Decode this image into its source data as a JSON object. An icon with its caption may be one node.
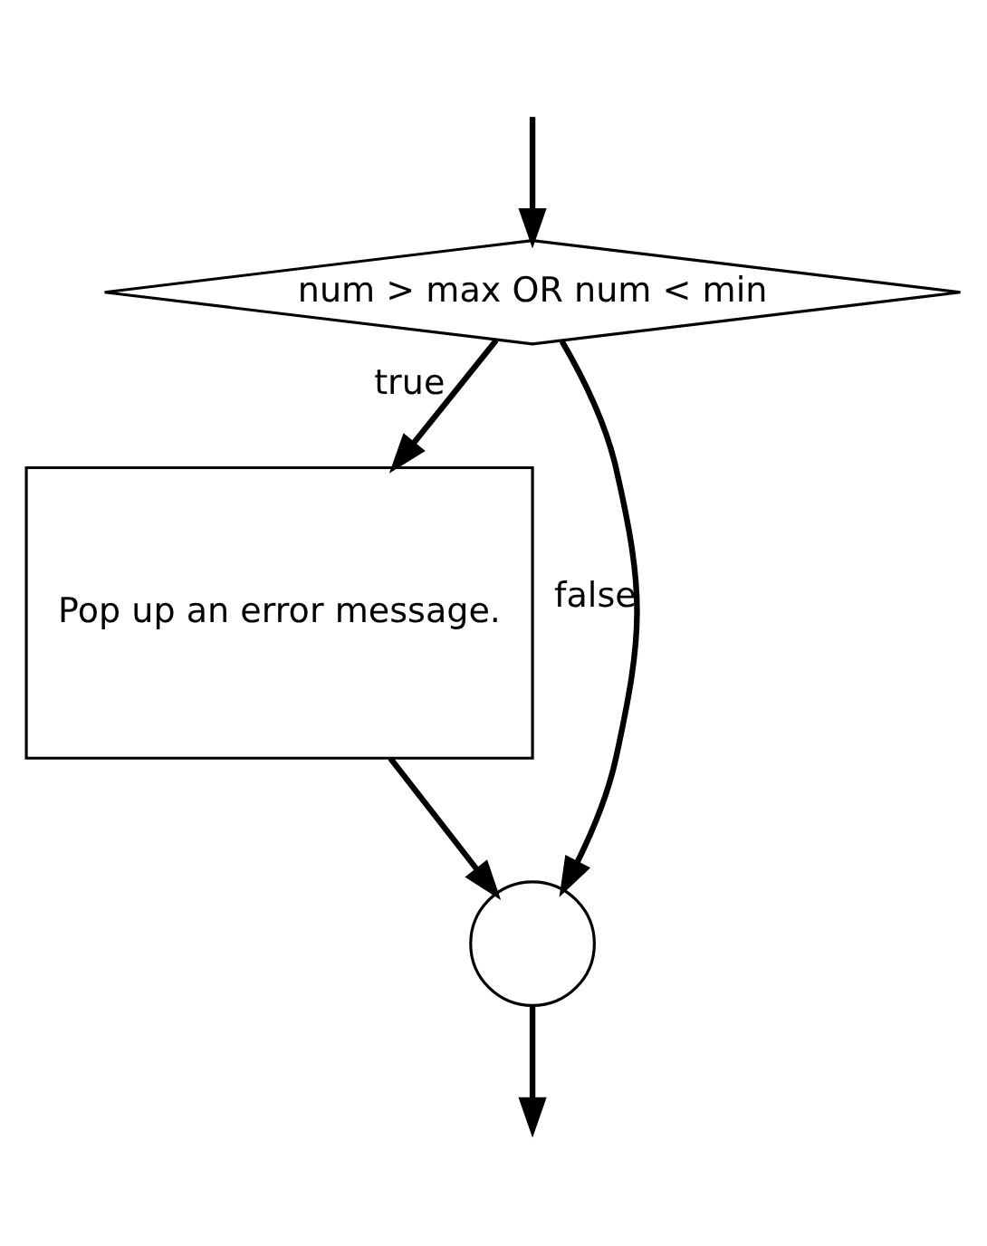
{
  "diagram": {
    "nodes": [
      {
        "text": [
          "num > max OR num < min"
        ]
      },
      {
        "text": [
          "Pop up an error message."
        ]
      },
      {
        "text": [],
        "shape": "circle"
      }
    ],
    "edges": [
      {
        "from": null,
        "to": 0,
        "arrow": "to"
      },
      {
        "from": 0,
        "to": 2,
        "label": "false",
        "arrow": "to"
      },
      {
        "from": 0,
        "to": 1,
        "label": "true",
        "arrow": "to"
      },
      {
        "from": 1,
        "to": 2,
        "arrow": "to"
      },
      {
        "from": 2,
        "to": null,
        "arrow": "to"
      }
    ]
  }
}
